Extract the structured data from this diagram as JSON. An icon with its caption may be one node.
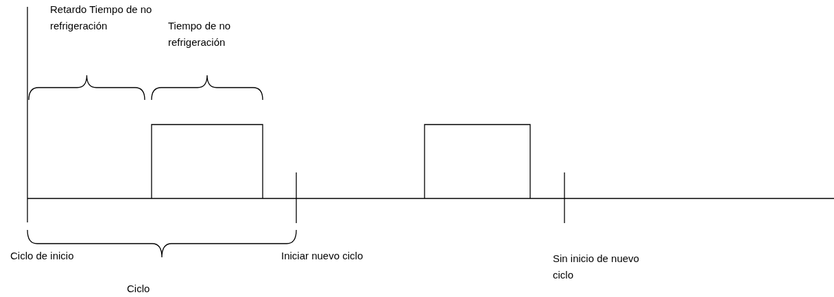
{
  "diagram": {
    "labels": [
      "Retardo Tiempo de no refrigeración",
      "Tiempo de no refrigeración",
      "Ciclo de inicio",
      "Iniciar nuevo ciclo",
      "Sin inicio de nuevo ciclo",
      "Ciclo"
    ]
  }
}
